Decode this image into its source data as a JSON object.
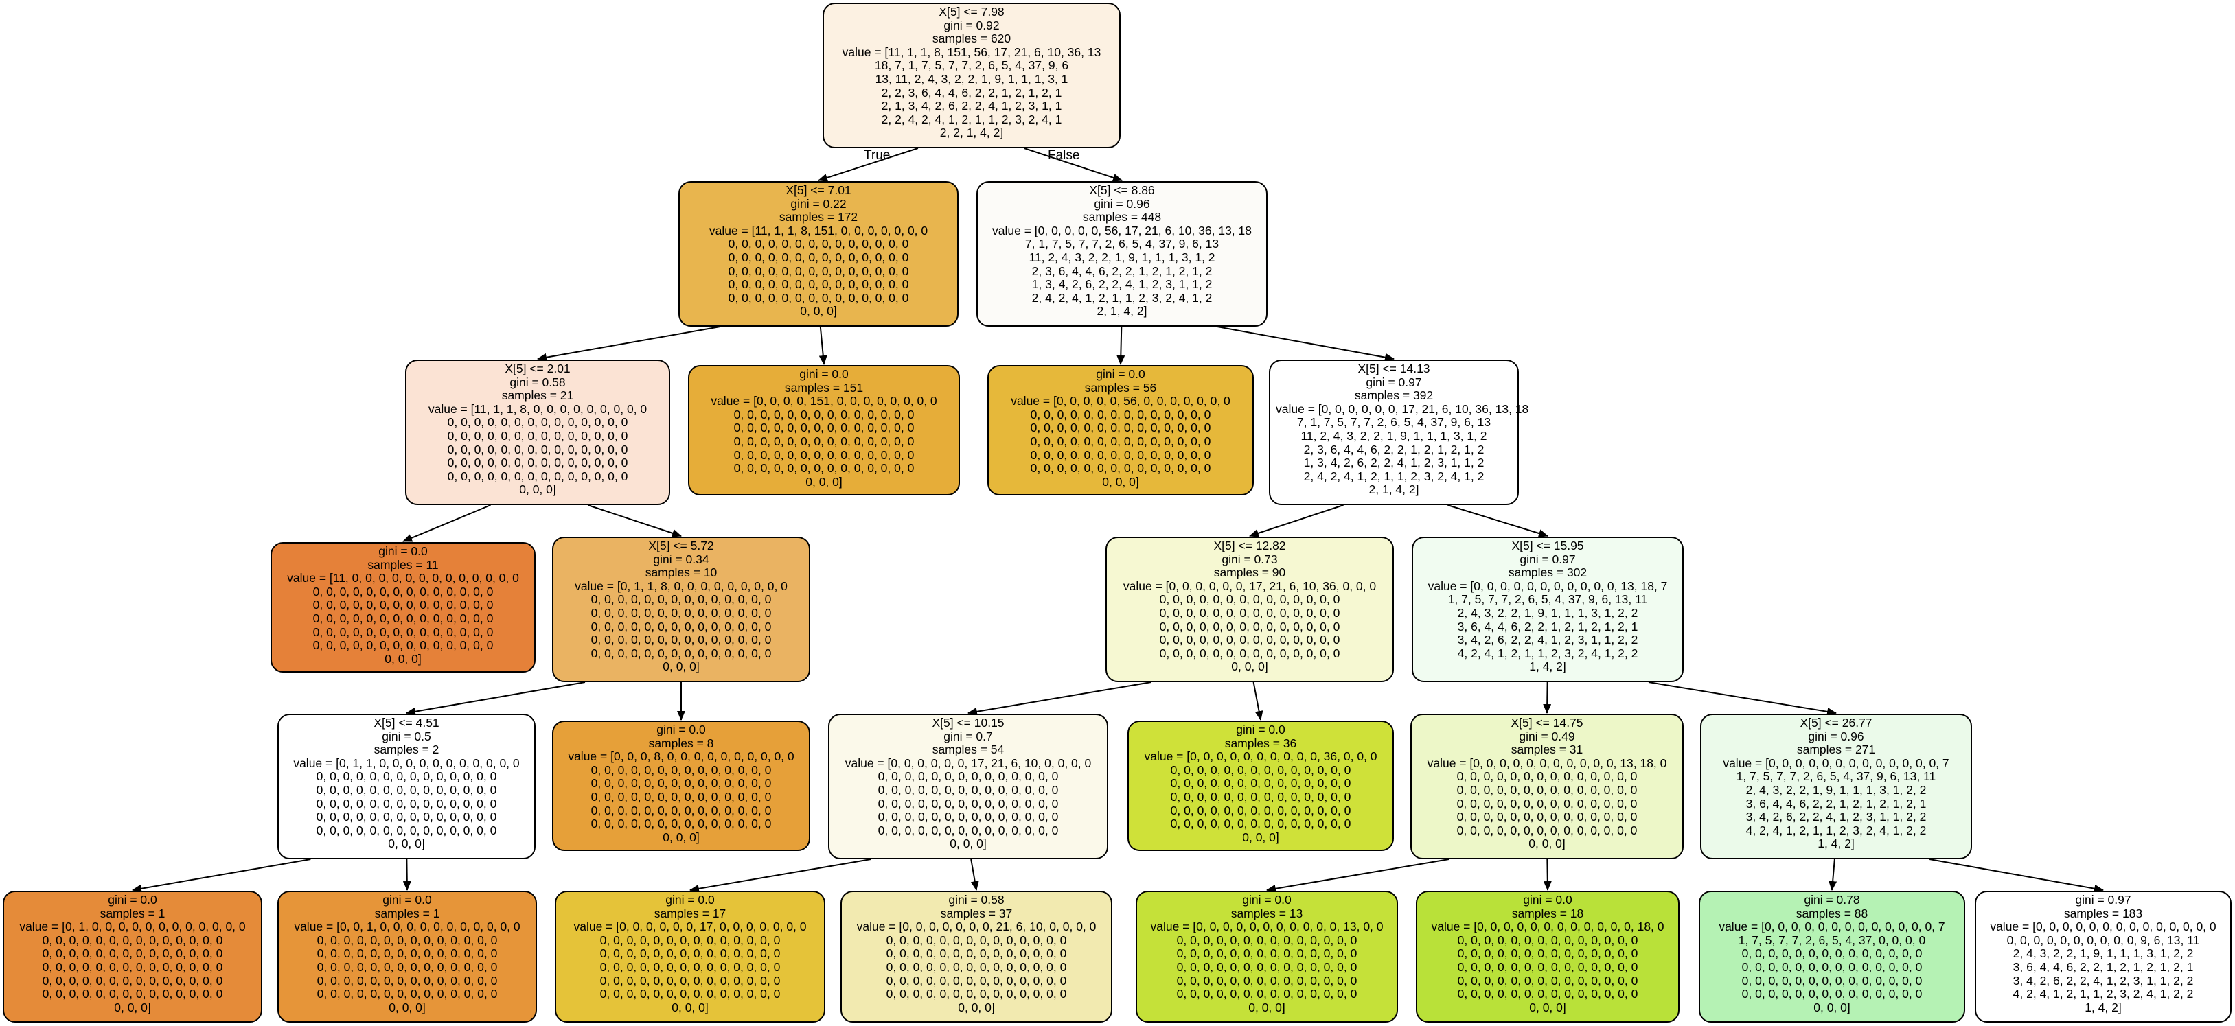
{
  "edge_labels": {
    "true": "True",
    "false": "False"
  },
  "nodes": [
    {
      "id": "n0",
      "fill": "#fcf1e2",
      "lines": [
        "X[5] <= 7.98",
        "gini = 0.92",
        "samples = 620",
        "value = [11, 1, 1, 8, 151, 56, 17, 21, 6, 10, 36, 13",
        "18, 7, 1, 7, 5, 7, 7, 2, 6, 5, 4, 37, 9, 6",
        "13, 11, 2, 4, 3, 2, 2, 1, 9, 1, 1, 1, 3, 1",
        "2, 2, 3, 6, 4, 4, 6, 2, 2, 1, 2, 1, 2, 1",
        "2, 1, 3, 4, 2, 6, 2, 2, 4, 1, 2, 3, 1, 1",
        "2, 2, 4, 2, 4, 1, 2, 1, 1, 2, 3, 2, 4, 1",
        "2, 2, 1, 4, 2]"
      ]
    },
    {
      "id": "n1",
      "fill": "#e8b54e",
      "lines": [
        "X[5] <= 7.01",
        "gini = 0.22",
        "samples = 172",
        "value = [11, 1, 1, 8, 151, 0, 0, 0, 0, 0, 0, 0",
        "0, 0, 0, 0, 0, 0, 0, 0, 0, 0, 0, 0, 0, 0",
        "0, 0, 0, 0, 0, 0, 0, 0, 0, 0, 0, 0, 0, 0",
        "0, 0, 0, 0, 0, 0, 0, 0, 0, 0, 0, 0, 0, 0",
        "0, 0, 0, 0, 0, 0, 0, 0, 0, 0, 0, 0, 0, 0",
        "0, 0, 0, 0, 0, 0, 0, 0, 0, 0, 0, 0, 0, 0",
        "0, 0, 0]"
      ]
    },
    {
      "id": "n2",
      "fill": "#fcfbf8",
      "lines": [
        "X[5] <= 8.86",
        "gini = 0.96",
        "samples = 448",
        "value = [0, 0, 0, 0, 0, 56, 17, 21, 6, 10, 36, 13, 18",
        "7, 1, 7, 5, 7, 7, 2, 6, 5, 4, 37, 9, 6, 13",
        "11, 2, 4, 3, 2, 2, 1, 9, 1, 1, 1, 3, 1, 2",
        "2, 3, 6, 4, 4, 6, 2, 2, 1, 2, 1, 2, 1, 2",
        "1, 3, 4, 2, 6, 2, 2, 4, 1, 2, 3, 1, 1, 2",
        "2, 4, 2, 4, 1, 2, 1, 1, 2, 3, 2, 4, 1, 2",
        "2, 1, 4, 2]"
      ]
    },
    {
      "id": "n3",
      "fill": "#fbe3d4",
      "lines": [
        "X[5] <= 2.01",
        "gini = 0.58",
        "samples = 21",
        "value = [11, 1, 1, 8, 0, 0, 0, 0, 0, 0, 0, 0, 0",
        "0, 0, 0, 0, 0, 0, 0, 0, 0, 0, 0, 0, 0, 0",
        "0, 0, 0, 0, 0, 0, 0, 0, 0, 0, 0, 0, 0, 0",
        "0, 0, 0, 0, 0, 0, 0, 0, 0, 0, 0, 0, 0, 0",
        "0, 0, 0, 0, 0, 0, 0, 0, 0, 0, 0, 0, 0, 0",
        "0, 0, 0, 0, 0, 0, 0, 0, 0, 0, 0, 0, 0, 0",
        "0, 0, 0]"
      ]
    },
    {
      "id": "n4",
      "fill": "#e6ad39",
      "lines": [
        "gini = 0.0",
        "samples = 151",
        "value = [0, 0, 0, 0, 151, 0, 0, 0, 0, 0, 0, 0, 0",
        "0, 0, 0, 0, 0, 0, 0, 0, 0, 0, 0, 0, 0, 0",
        "0, 0, 0, 0, 0, 0, 0, 0, 0, 0, 0, 0, 0, 0",
        "0, 0, 0, 0, 0, 0, 0, 0, 0, 0, 0, 0, 0, 0",
        "0, 0, 0, 0, 0, 0, 0, 0, 0, 0, 0, 0, 0, 0",
        "0, 0, 0, 0, 0, 0, 0, 0, 0, 0, 0, 0, 0, 0",
        "0, 0, 0]"
      ]
    },
    {
      "id": "n5",
      "fill": "#e6b83a",
      "lines": [
        "gini = 0.0",
        "samples = 56",
        "value = [0, 0, 0, 0, 0, 56, 0, 0, 0, 0, 0, 0, 0",
        "0, 0, 0, 0, 0, 0, 0, 0, 0, 0, 0, 0, 0, 0",
        "0, 0, 0, 0, 0, 0, 0, 0, 0, 0, 0, 0, 0, 0",
        "0, 0, 0, 0, 0, 0, 0, 0, 0, 0, 0, 0, 0, 0",
        "0, 0, 0, 0, 0, 0, 0, 0, 0, 0, 0, 0, 0, 0",
        "0, 0, 0, 0, 0, 0, 0, 0, 0, 0, 0, 0, 0, 0",
        "0, 0, 0]"
      ]
    },
    {
      "id": "n6",
      "fill": "#ffffff",
      "lines": [
        "X[5] <= 14.13",
        "gini = 0.97",
        "samples = 392",
        "value = [0, 0, 0, 0, 0, 0, 17, 21, 6, 10, 36, 13, 18",
        "7, 1, 7, 5, 7, 7, 2, 6, 5, 4, 37, 9, 6, 13",
        "11, 2, 4, 3, 2, 2, 1, 9, 1, 1, 1, 3, 1, 2",
        "2, 3, 6, 4, 4, 6, 2, 2, 1, 2, 1, 2, 1, 2",
        "1, 3, 4, 2, 6, 2, 2, 4, 1, 2, 3, 1, 1, 2",
        "2, 4, 2, 4, 1, 2, 1, 1, 2, 3, 2, 4, 1, 2",
        "2, 1, 4, 2]"
      ]
    },
    {
      "id": "n7",
      "fill": "#e58139",
      "lines": [
        "gini = 0.0",
        "samples = 11",
        "value = [11, 0, 0, 0, 0, 0, 0, 0, 0, 0, 0, 0, 0, 0",
        "0, 0, 0, 0, 0, 0, 0, 0, 0, 0, 0, 0, 0, 0",
        "0, 0, 0, 0, 0, 0, 0, 0, 0, 0, 0, 0, 0, 0",
        "0, 0, 0, 0, 0, 0, 0, 0, 0, 0, 0, 0, 0, 0",
        "0, 0, 0, 0, 0, 0, 0, 0, 0, 0, 0, 0, 0, 0",
        "0, 0, 0, 0, 0, 0, 0, 0, 0, 0, 0, 0, 0, 0",
        "0, 0, 0]"
      ]
    },
    {
      "id": "n8",
      "fill": "#eab362",
      "lines": [
        "X[5] <= 5.72",
        "gini = 0.34",
        "samples = 10",
        "value = [0, 1, 1, 8, 0, 0, 0, 0, 0, 0, 0, 0, 0",
        "0, 0, 0, 0, 0, 0, 0, 0, 0, 0, 0, 0, 0, 0",
        "0, 0, 0, 0, 0, 0, 0, 0, 0, 0, 0, 0, 0, 0",
        "0, 0, 0, 0, 0, 0, 0, 0, 0, 0, 0, 0, 0, 0",
        "0, 0, 0, 0, 0, 0, 0, 0, 0, 0, 0, 0, 0, 0",
        "0, 0, 0, 0, 0, 0, 0, 0, 0, 0, 0, 0, 0, 0",
        "0, 0, 0]"
      ]
    },
    {
      "id": "n9",
      "fill": "#f6f8d2",
      "lines": [
        "X[5] <= 12.82",
        "gini = 0.73",
        "samples = 90",
        "value = [0, 0, 0, 0, 0, 0, 17, 21, 6, 10, 36, 0, 0, 0",
        "0, 0, 0, 0, 0, 0, 0, 0, 0, 0, 0, 0, 0, 0",
        "0, 0, 0, 0, 0, 0, 0, 0, 0, 0, 0, 0, 0, 0",
        "0, 0, 0, 0, 0, 0, 0, 0, 0, 0, 0, 0, 0, 0",
        "0, 0, 0, 0, 0, 0, 0, 0, 0, 0, 0, 0, 0, 0",
        "0, 0, 0, 0, 0, 0, 0, 0, 0, 0, 0, 0, 0, 0",
        "0, 0, 0]"
      ]
    },
    {
      "id": "n10",
      "fill": "#f1fcf1",
      "lines": [
        "X[5] <= 15.95",
        "gini = 0.97",
        "samples = 302",
        "value = [0, 0, 0, 0, 0, 0, 0, 0, 0, 0, 0, 13, 18, 7",
        "1, 7, 5, 7, 7, 2, 6, 5, 4, 37, 9, 6, 13, 11",
        "2, 4, 3, 2, 2, 1, 9, 1, 1, 1, 3, 1, 2, 2",
        "3, 6, 4, 4, 6, 2, 2, 1, 2, 1, 2, 1, 2, 1",
        "3, 4, 2, 6, 2, 2, 4, 1, 2, 3, 1, 1, 2, 2",
        "4, 2, 4, 1, 2, 1, 1, 2, 3, 2, 4, 1, 2, 2",
        "1, 4, 2]"
      ]
    },
    {
      "id": "n11",
      "fill": "#ffffff",
      "lines": [
        "X[5] <= 4.51",
        "gini = 0.5",
        "samples = 2",
        "value = [0, 1, 1, 0, 0, 0, 0, 0, 0, 0, 0, 0, 0, 0",
        "0, 0, 0, 0, 0, 0, 0, 0, 0, 0, 0, 0, 0, 0",
        "0, 0, 0, 0, 0, 0, 0, 0, 0, 0, 0, 0, 0, 0",
        "0, 0, 0, 0, 0, 0, 0, 0, 0, 0, 0, 0, 0, 0",
        "0, 0, 0, 0, 0, 0, 0, 0, 0, 0, 0, 0, 0, 0",
        "0, 0, 0, 0, 0, 0, 0, 0, 0, 0, 0, 0, 0, 0",
        "0, 0, 0]"
      ]
    },
    {
      "id": "n12",
      "fill": "#e6a039",
      "lines": [
        "gini = 0.0",
        "samples = 8",
        "value = [0, 0, 0, 8, 0, 0, 0, 0, 0, 0, 0, 0, 0, 0",
        "0, 0, 0, 0, 0, 0, 0, 0, 0, 0, 0, 0, 0, 0",
        "0, 0, 0, 0, 0, 0, 0, 0, 0, 0, 0, 0, 0, 0",
        "0, 0, 0, 0, 0, 0, 0, 0, 0, 0, 0, 0, 0, 0",
        "0, 0, 0, 0, 0, 0, 0, 0, 0, 0, 0, 0, 0, 0",
        "0, 0, 0, 0, 0, 0, 0, 0, 0, 0, 0, 0, 0, 0",
        "0, 0, 0]"
      ]
    },
    {
      "id": "n13",
      "fill": "#fbf9ea",
      "lines": [
        "X[5] <= 10.15",
        "gini = 0.7",
        "samples = 54",
        "value = [0, 0, 0, 0, 0, 0, 17, 21, 6, 10, 0, 0, 0, 0",
        "0, 0, 0, 0, 0, 0, 0, 0, 0, 0, 0, 0, 0, 0",
        "0, 0, 0, 0, 0, 0, 0, 0, 0, 0, 0, 0, 0, 0",
        "0, 0, 0, 0, 0, 0, 0, 0, 0, 0, 0, 0, 0, 0",
        "0, 0, 0, 0, 0, 0, 0, 0, 0, 0, 0, 0, 0, 0",
        "0, 0, 0, 0, 0, 0, 0, 0, 0, 0, 0, 0, 0, 0",
        "0, 0, 0]"
      ]
    },
    {
      "id": "n14",
      "fill": "#cfe139",
      "lines": [
        "gini = 0.0",
        "samples = 36",
        "value = [0, 0, 0, 0, 0, 0, 0, 0, 0, 0, 36, 0, 0, 0",
        "0, 0, 0, 0, 0, 0, 0, 0, 0, 0, 0, 0, 0, 0",
        "0, 0, 0, 0, 0, 0, 0, 0, 0, 0, 0, 0, 0, 0",
        "0, 0, 0, 0, 0, 0, 0, 0, 0, 0, 0, 0, 0, 0",
        "0, 0, 0, 0, 0, 0, 0, 0, 0, 0, 0, 0, 0, 0",
        "0, 0, 0, 0, 0, 0, 0, 0, 0, 0, 0, 0, 0, 0",
        "0, 0, 0]"
      ]
    },
    {
      "id": "n15",
      "fill": "#edf7c8",
      "lines": [
        "X[5] <= 14.75",
        "gini = 0.49",
        "samples = 31",
        "value = [0, 0, 0, 0, 0, 0, 0, 0, 0, 0, 0, 13, 18, 0",
        "0, 0, 0, 0, 0, 0, 0, 0, 0, 0, 0, 0, 0, 0",
        "0, 0, 0, 0, 0, 0, 0, 0, 0, 0, 0, 0, 0, 0",
        "0, 0, 0, 0, 0, 0, 0, 0, 0, 0, 0, 0, 0, 0",
        "0, 0, 0, 0, 0, 0, 0, 0, 0, 0, 0, 0, 0, 0",
        "0, 0, 0, 0, 0, 0, 0, 0, 0, 0, 0, 0, 0, 0",
        "0, 0, 0]"
      ]
    },
    {
      "id": "n16",
      "fill": "#ebfaea",
      "lines": [
        "X[5] <= 26.77",
        "gini = 0.96",
        "samples = 271",
        "value = [0, 0, 0, 0, 0, 0, 0, 0, 0, 0, 0, 0, 0, 7",
        "1, 7, 5, 7, 7, 2, 6, 5, 4, 37, 9, 6, 13, 11",
        "2, 4, 3, 2, 2, 1, 9, 1, 1, 1, 3, 1, 2, 2",
        "3, 6, 4, 4, 6, 2, 2, 1, 2, 1, 2, 1, 2, 1",
        "3, 4, 2, 6, 2, 2, 4, 1, 2, 3, 1, 1, 2, 2",
        "4, 2, 4, 1, 2, 1, 1, 2, 3, 2, 4, 1, 2, 2",
        "1, 4, 2]"
      ]
    },
    {
      "id": "n17",
      "fill": "#e58b39",
      "lines": [
        "gini = 0.0",
        "samples = 1",
        "value = [0, 1, 0, 0, 0, 0, 0, 0, 0, 0, 0, 0, 0, 0",
        "0, 0, 0, 0, 0, 0, 0, 0, 0, 0, 0, 0, 0, 0",
        "0, 0, 0, 0, 0, 0, 0, 0, 0, 0, 0, 0, 0, 0",
        "0, 0, 0, 0, 0, 0, 0, 0, 0, 0, 0, 0, 0, 0",
        "0, 0, 0, 0, 0, 0, 0, 0, 0, 0, 0, 0, 0, 0",
        "0, 0, 0, 0, 0, 0, 0, 0, 0, 0, 0, 0, 0, 0",
        "0, 0, 0]"
      ]
    },
    {
      "id": "n18",
      "fill": "#e69539",
      "lines": [
        "gini = 0.0",
        "samples = 1",
        "value = [0, 0, 1, 0, 0, 0, 0, 0, 0, 0, 0, 0, 0, 0",
        "0, 0, 0, 0, 0, 0, 0, 0, 0, 0, 0, 0, 0, 0",
        "0, 0, 0, 0, 0, 0, 0, 0, 0, 0, 0, 0, 0, 0",
        "0, 0, 0, 0, 0, 0, 0, 0, 0, 0, 0, 0, 0, 0",
        "0, 0, 0, 0, 0, 0, 0, 0, 0, 0, 0, 0, 0, 0",
        "0, 0, 0, 0, 0, 0, 0, 0, 0, 0, 0, 0, 0, 0",
        "0, 0, 0]"
      ]
    },
    {
      "id": "n19",
      "fill": "#e5c339",
      "lines": [
        "gini = 0.0",
        "samples = 17",
        "value = [0, 0, 0, 0, 0, 0, 17, 0, 0, 0, 0, 0, 0, 0",
        "0, 0, 0, 0, 0, 0, 0, 0, 0, 0, 0, 0, 0, 0",
        "0, 0, 0, 0, 0, 0, 0, 0, 0, 0, 0, 0, 0, 0",
        "0, 0, 0, 0, 0, 0, 0, 0, 0, 0, 0, 0, 0, 0",
        "0, 0, 0, 0, 0, 0, 0, 0, 0, 0, 0, 0, 0, 0",
        "0, 0, 0, 0, 0, 0, 0, 0, 0, 0, 0, 0, 0, 0",
        "0, 0, 0]"
      ]
    },
    {
      "id": "n20",
      "fill": "#f2eab0",
      "lines": [
        "gini = 0.58",
        "samples = 37",
        "value = [0, 0, 0, 0, 0, 0, 0, 21, 6, 10, 0, 0, 0, 0",
        "0, 0, 0, 0, 0, 0, 0, 0, 0, 0, 0, 0, 0, 0",
        "0, 0, 0, 0, 0, 0, 0, 0, 0, 0, 0, 0, 0, 0",
        "0, 0, 0, 0, 0, 0, 0, 0, 0, 0, 0, 0, 0, 0",
        "0, 0, 0, 0, 0, 0, 0, 0, 0, 0, 0, 0, 0, 0",
        "0, 0, 0, 0, 0, 0, 0, 0, 0, 0, 0, 0, 0, 0",
        "0, 0, 0]"
      ]
    },
    {
      "id": "n21",
      "fill": "#c5e139",
      "lines": [
        "gini = 0.0",
        "samples = 13",
        "value = [0, 0, 0, 0, 0, 0, 0, 0, 0, 0, 0, 13, 0, 0",
        "0, 0, 0, 0, 0, 0, 0, 0, 0, 0, 0, 0, 0, 0",
        "0, 0, 0, 0, 0, 0, 0, 0, 0, 0, 0, 0, 0, 0",
        "0, 0, 0, 0, 0, 0, 0, 0, 0, 0, 0, 0, 0, 0",
        "0, 0, 0, 0, 0, 0, 0, 0, 0, 0, 0, 0, 0, 0",
        "0, 0, 0, 0, 0, 0, 0, 0, 0, 0, 0, 0, 0, 0",
        "0, 0, 0]"
      ]
    },
    {
      "id": "n22",
      "fill": "#b9e139",
      "lines": [
        "gini = 0.0",
        "samples = 18",
        "value = [0, 0, 0, 0, 0, 0, 0, 0, 0, 0, 0, 0, 18, 0",
        "0, 0, 0, 0, 0, 0, 0, 0, 0, 0, 0, 0, 0, 0",
        "0, 0, 0, 0, 0, 0, 0, 0, 0, 0, 0, 0, 0, 0",
        "0, 0, 0, 0, 0, 0, 0, 0, 0, 0, 0, 0, 0, 0",
        "0, 0, 0, 0, 0, 0, 0, 0, 0, 0, 0, 0, 0, 0",
        "0, 0, 0, 0, 0, 0, 0, 0, 0, 0, 0, 0, 0, 0",
        "0, 0, 0]"
      ]
    },
    {
      "id": "n23",
      "fill": "#b5f2b4",
      "lines": [
        "gini = 0.78",
        "samples = 88",
        "value = [0, 0, 0, 0, 0, 0, 0, 0, 0, 0, 0, 0, 0, 7",
        "1, 7, 5, 7, 7, 2, 6, 5, 4, 37, 0, 0, 0, 0",
        "0, 0, 0, 0, 0, 0, 0, 0, 0, 0, 0, 0, 0, 0",
        "0, 0, 0, 0, 0, 0, 0, 0, 0, 0, 0, 0, 0, 0",
        "0, 0, 0, 0, 0, 0, 0, 0, 0, 0, 0, 0, 0, 0",
        "0, 0, 0, 0, 0, 0, 0, 0, 0, 0, 0, 0, 0, 0",
        "0, 0, 0]"
      ]
    },
    {
      "id": "n24",
      "fill": "#ffffff",
      "lines": [
        "gini = 0.97",
        "samples = 183",
        "value = [0, 0, 0, 0, 0, 0, 0, 0, 0, 0, 0, 0, 0, 0",
        "0, 0, 0, 0, 0, 0, 0, 0, 0, 0, 9, 6, 13, 11",
        "2, 4, 3, 2, 2, 1, 9, 1, 1, 1, 3, 1, 2, 2",
        "3, 6, 4, 4, 6, 2, 2, 1, 2, 1, 2, 1, 2, 1",
        "3, 4, 2, 6, 2, 2, 4, 1, 2, 3, 1, 1, 2, 2",
        "4, 2, 4, 1, 2, 1, 1, 2, 3, 2, 4, 1, 2, 2",
        "1, 4, 2]"
      ]
    }
  ],
  "edges": [
    [
      "n0",
      "n1"
    ],
    [
      "n0",
      "n2"
    ],
    [
      "n1",
      "n3"
    ],
    [
      "n1",
      "n4"
    ],
    [
      "n2",
      "n5"
    ],
    [
      "n2",
      "n6"
    ],
    [
      "n3",
      "n7"
    ],
    [
      "n3",
      "n8"
    ],
    [
      "n6",
      "n9"
    ],
    [
      "n6",
      "n10"
    ],
    [
      "n8",
      "n11"
    ],
    [
      "n8",
      "n12"
    ],
    [
      "n9",
      "n13"
    ],
    [
      "n9",
      "n14"
    ],
    [
      "n10",
      "n15"
    ],
    [
      "n10",
      "n16"
    ],
    [
      "n11",
      "n17"
    ],
    [
      "n11",
      "n18"
    ],
    [
      "n13",
      "n19"
    ],
    [
      "n13",
      "n20"
    ],
    [
      "n15",
      "n21"
    ],
    [
      "n15",
      "n22"
    ],
    [
      "n16",
      "n23"
    ],
    [
      "n16",
      "n24"
    ]
  ]
}
